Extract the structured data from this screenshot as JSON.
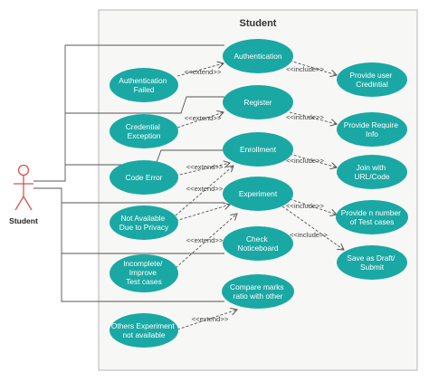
{
  "system": {
    "title": "Student"
  },
  "actor": {
    "label": "Student"
  },
  "use_cases": {
    "authentication": [
      "Authentication"
    ],
    "register": [
      "Register"
    ],
    "enrollment": [
      "Enrollment"
    ],
    "experiment": [
      "Experiment"
    ],
    "check_noticeboard": [
      "Check",
      "Noticeboard"
    ],
    "compare_marks": [
      "Compare marks",
      "ratio with other"
    ],
    "authentication_failed": [
      "Authentication",
      "Failed"
    ],
    "credential_exception": [
      "Credential",
      "Exception"
    ],
    "code_error": [
      "Code Error"
    ],
    "not_available": [
      "Not Available",
      "Due to Privacy"
    ],
    "incomplete_improve": [
      "Incomplete/",
      "Improve",
      "Test cases"
    ],
    "others_experiment": [
      "Others Experiment",
      "not available"
    ],
    "provide_credential": [
      "Provide user",
      "Credintial"
    ],
    "provide_info": [
      "Provide Require",
      "Info"
    ],
    "join_url": [
      "Join with",
      "URL/Code"
    ],
    "provide_test_cases": [
      "Provide n number",
      "of Test cases"
    ],
    "save_draft": [
      "Save as Draft/",
      "Submit"
    ]
  },
  "relations": {
    "include": "<<include>>",
    "extend": "<<extend>>"
  },
  "colors": {
    "use_case_fill": "#1aa8a4",
    "actor_stroke": "#d9534f",
    "line": "#555555",
    "boundary_fill": "#f7f7f6"
  }
}
